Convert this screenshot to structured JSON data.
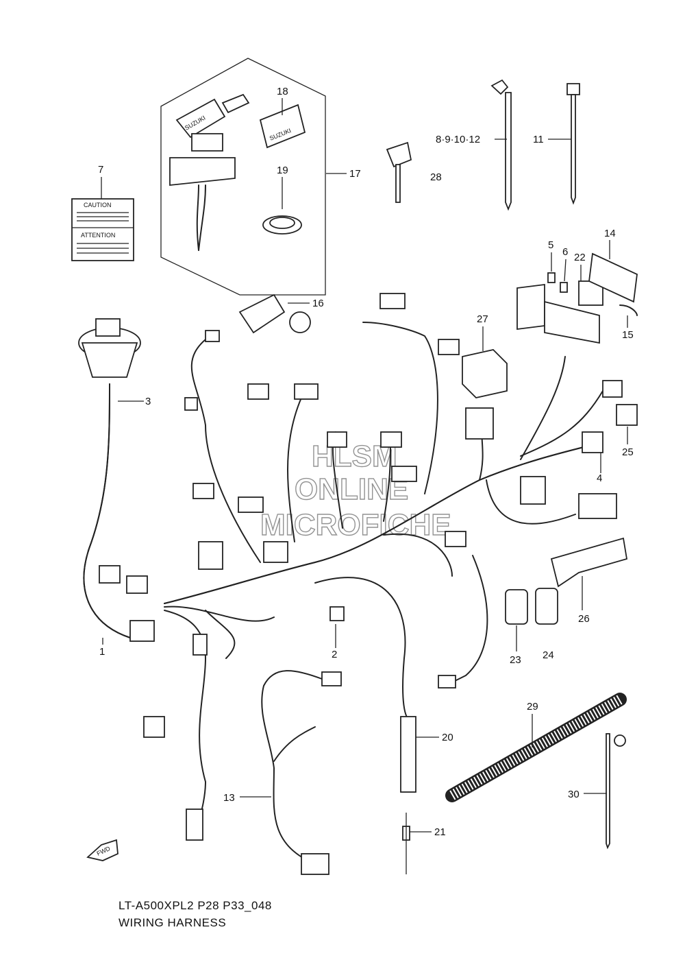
{
  "callouts": [
    {
      "id": "c1",
      "text": "1"
    },
    {
      "id": "c2",
      "text": "2"
    },
    {
      "id": "c3",
      "text": "3"
    },
    {
      "id": "c4",
      "text": "4"
    },
    {
      "id": "c5",
      "text": "5"
    },
    {
      "id": "c6",
      "text": "6"
    },
    {
      "id": "c7",
      "text": "7"
    },
    {
      "id": "c8",
      "text": "8·9·10·12"
    },
    {
      "id": "c11",
      "text": "11"
    },
    {
      "id": "c13",
      "text": "13"
    },
    {
      "id": "c14",
      "text": "14"
    },
    {
      "id": "c15",
      "text": "15"
    },
    {
      "id": "c16",
      "text": "16"
    },
    {
      "id": "c17",
      "text": "17"
    },
    {
      "id": "c18",
      "text": "18"
    },
    {
      "id": "c19",
      "text": "19"
    },
    {
      "id": "c20",
      "text": "20"
    },
    {
      "id": "c21",
      "text": "21"
    },
    {
      "id": "c22",
      "text": "22"
    },
    {
      "id": "c23",
      "text": "23"
    },
    {
      "id": "c24",
      "text": "24"
    },
    {
      "id": "c25",
      "text": "25"
    },
    {
      "id": "c26",
      "text": "26"
    },
    {
      "id": "c27",
      "text": "27"
    },
    {
      "id": "c28",
      "text": "28"
    },
    {
      "id": "c29",
      "text": "29"
    },
    {
      "id": "c30",
      "text": "30"
    }
  ],
  "caution_label": {
    "caution": "CAUTION",
    "attention": "ATTENTION"
  },
  "key_brand": "SUZUKI",
  "fwd_arrow": "FWD",
  "watermark": {
    "line1": "HLSM",
    "line2": "ONLINE",
    "line3": "MICROFICHE"
  },
  "footer": {
    "code": "LT-A500XPL2 P28 P33_048",
    "title": "WIRING HARNESS"
  }
}
